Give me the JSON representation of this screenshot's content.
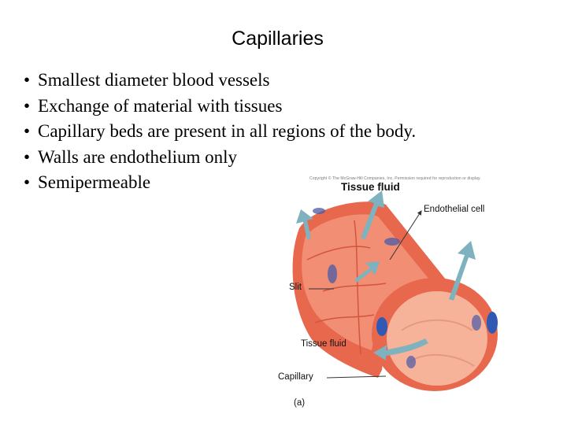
{
  "slide": {
    "title": "Capillaries",
    "bullets": [
      "Smallest diameter blood vessels",
      "Exchange of material with tissues",
      "Capillary beds are present in all regions of the body.",
      "Walls are endothelium only",
      "Semipermeable"
    ],
    "bullet_symbol": "•"
  },
  "figure": {
    "copyright": "Copyright © The McGraw-Hill Companies, Inc. Permission required for reproduction or display.",
    "labels": {
      "tissue_fluid_top": "Tissue fluid",
      "endothelial_cell": "Endothelial cell",
      "slit": "Slit",
      "tissue_fluid_bottom": "Tissue fluid",
      "capillary": "Capillary",
      "panel": "(a)"
    },
    "colors": {
      "vessel_outer": "#e8684d",
      "vessel_light": "#f2957a",
      "vessel_inner": "#f6b39a",
      "nucleus": "#4a5aa6",
      "arrow": "#7fb2bf"
    }
  }
}
